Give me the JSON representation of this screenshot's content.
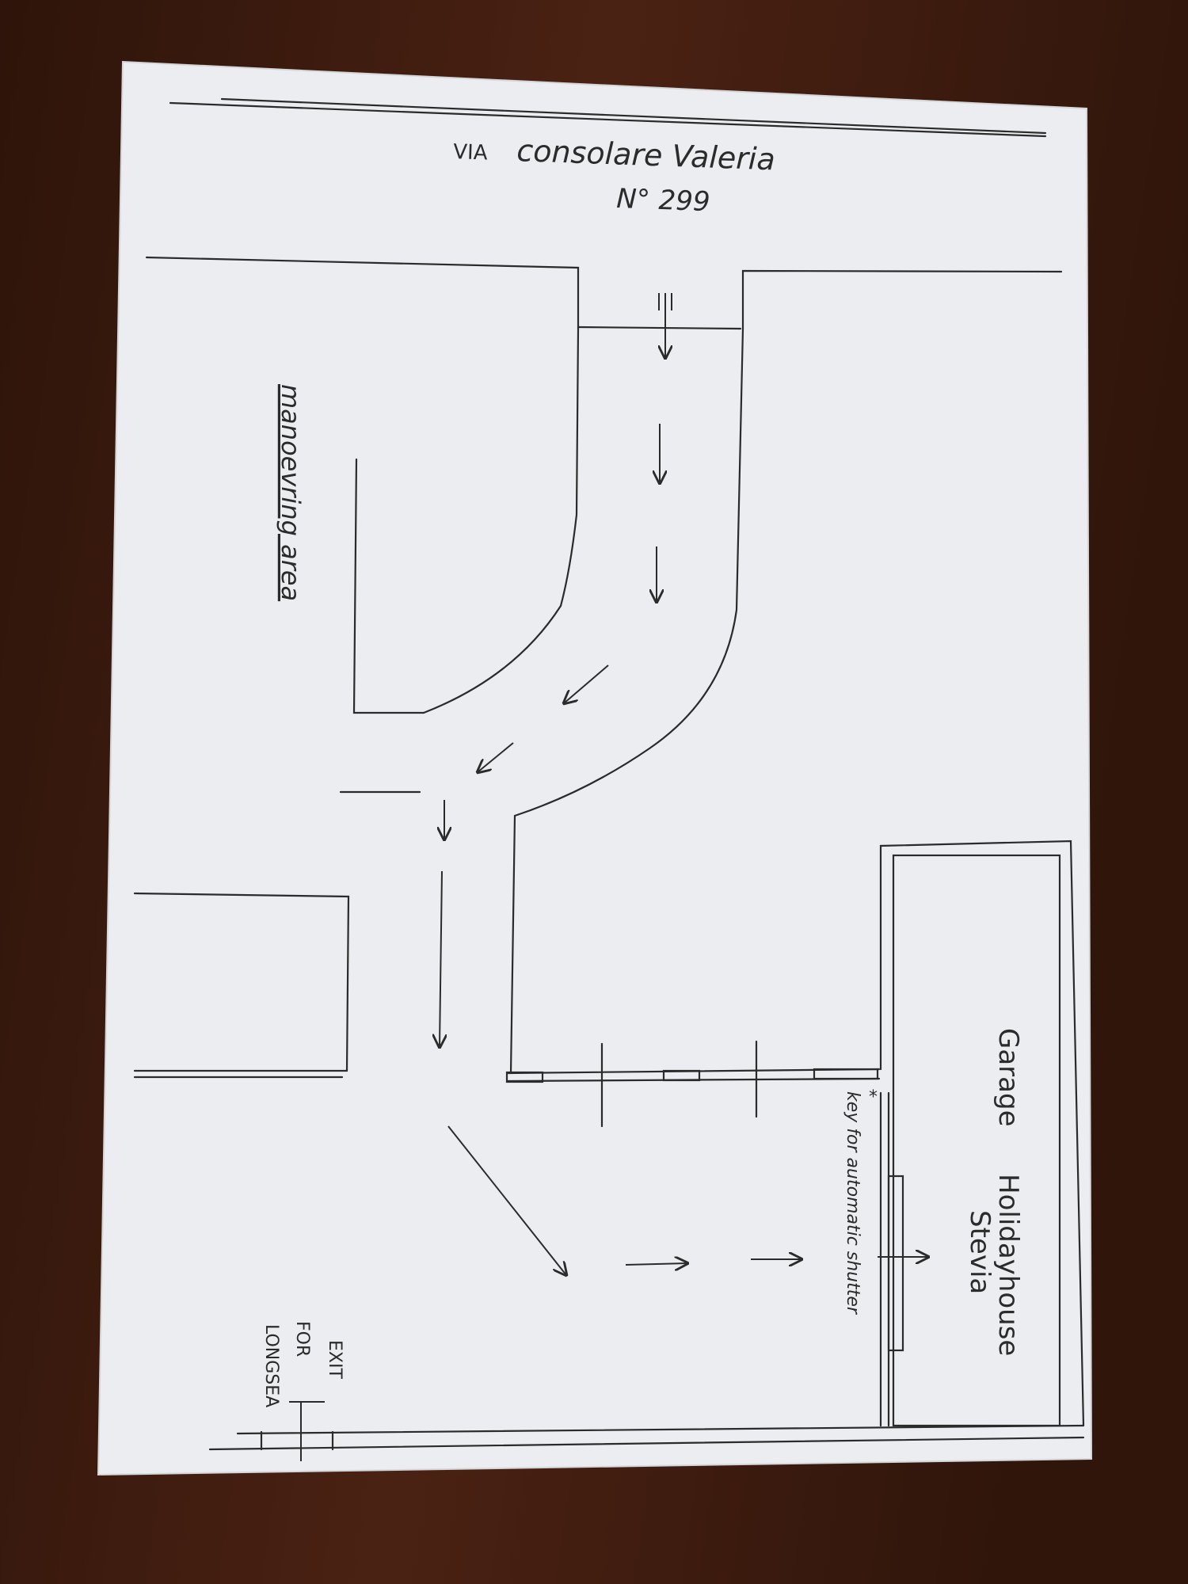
{
  "colors": {
    "table_wood": "#3b1a0e",
    "paper": "#ecedf1",
    "pencil": "#2b2b2b"
  },
  "header": {
    "street_prefix": "VIA",
    "street_name": "consolare Valeria",
    "number": "N° 299"
  },
  "labels": {
    "manoeuvring_area": "manoevring area",
    "garage": "Garage",
    "holidayhouse": "Holidayhouse",
    "stevia": "Stevia",
    "key_note": "key for automatic shutter",
    "exit_line1": "EXIT",
    "exit_line2": "FOR",
    "exit_line3": "LONGSEA"
  },
  "icons": {
    "entrance_marker": "triple-bar-arrow-icon",
    "flow_arrow": "arrow-icon",
    "key_marker": "asterisk-icon"
  }
}
